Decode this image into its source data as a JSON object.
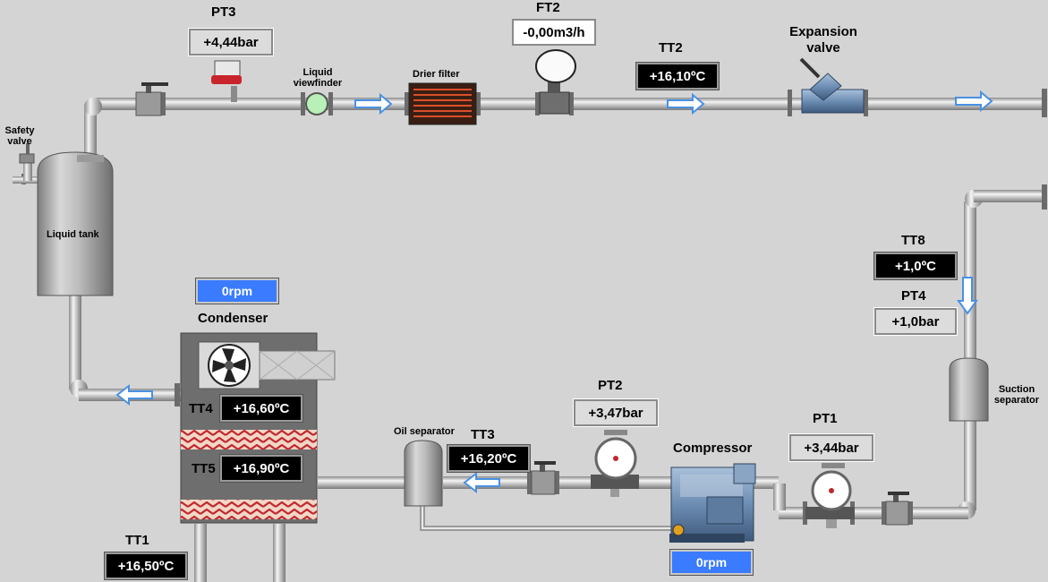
{
  "labels": {
    "pt3": "PT3",
    "ft2": "FT2",
    "tt2": "TT2",
    "expansion_valve": "Expansion\nvalve",
    "safety_valve": "Safety\nvalve",
    "liquid_viewfinder": "Liquid\nviewfinder",
    "drier_filter": "Drier filter",
    "liquid_tank": "Liquid tank",
    "condenser": "Condenser",
    "tt4": "TT4",
    "tt5": "TT5",
    "tt1": "TT1",
    "oil_separator": "Oil separator",
    "tt3": "TT3",
    "pt2": "PT2",
    "compressor": "Compressor",
    "pt1": "PT1",
    "tt8": "TT8",
    "pt4": "PT4",
    "suction_separator": "Suction\nseparator"
  },
  "readings": {
    "pt3": "+4,44bar",
    "ft2": "-0,00m3/h",
    "tt2": "+16,10ºC",
    "tt8": "+1,0ºC",
    "pt4": "+1,0bar",
    "tt4": "+16,60ºC",
    "tt5": "+16,90ºC",
    "tt1": "+16,50ºC",
    "tt3": "+16,20ºC",
    "pt2": "+3,47bar",
    "pt1": "+3,44bar",
    "condenser_fan_speed": "0rpm",
    "compressor_speed": "0rpm"
  },
  "colors": {
    "background": "#d4d4d4",
    "pipe": "#c8c8c8",
    "rpm_button": "#3a7bff",
    "readout_dark": "#000000",
    "condenser_coil": "#c0272d",
    "flow_arrow": "#4a90e2"
  }
}
